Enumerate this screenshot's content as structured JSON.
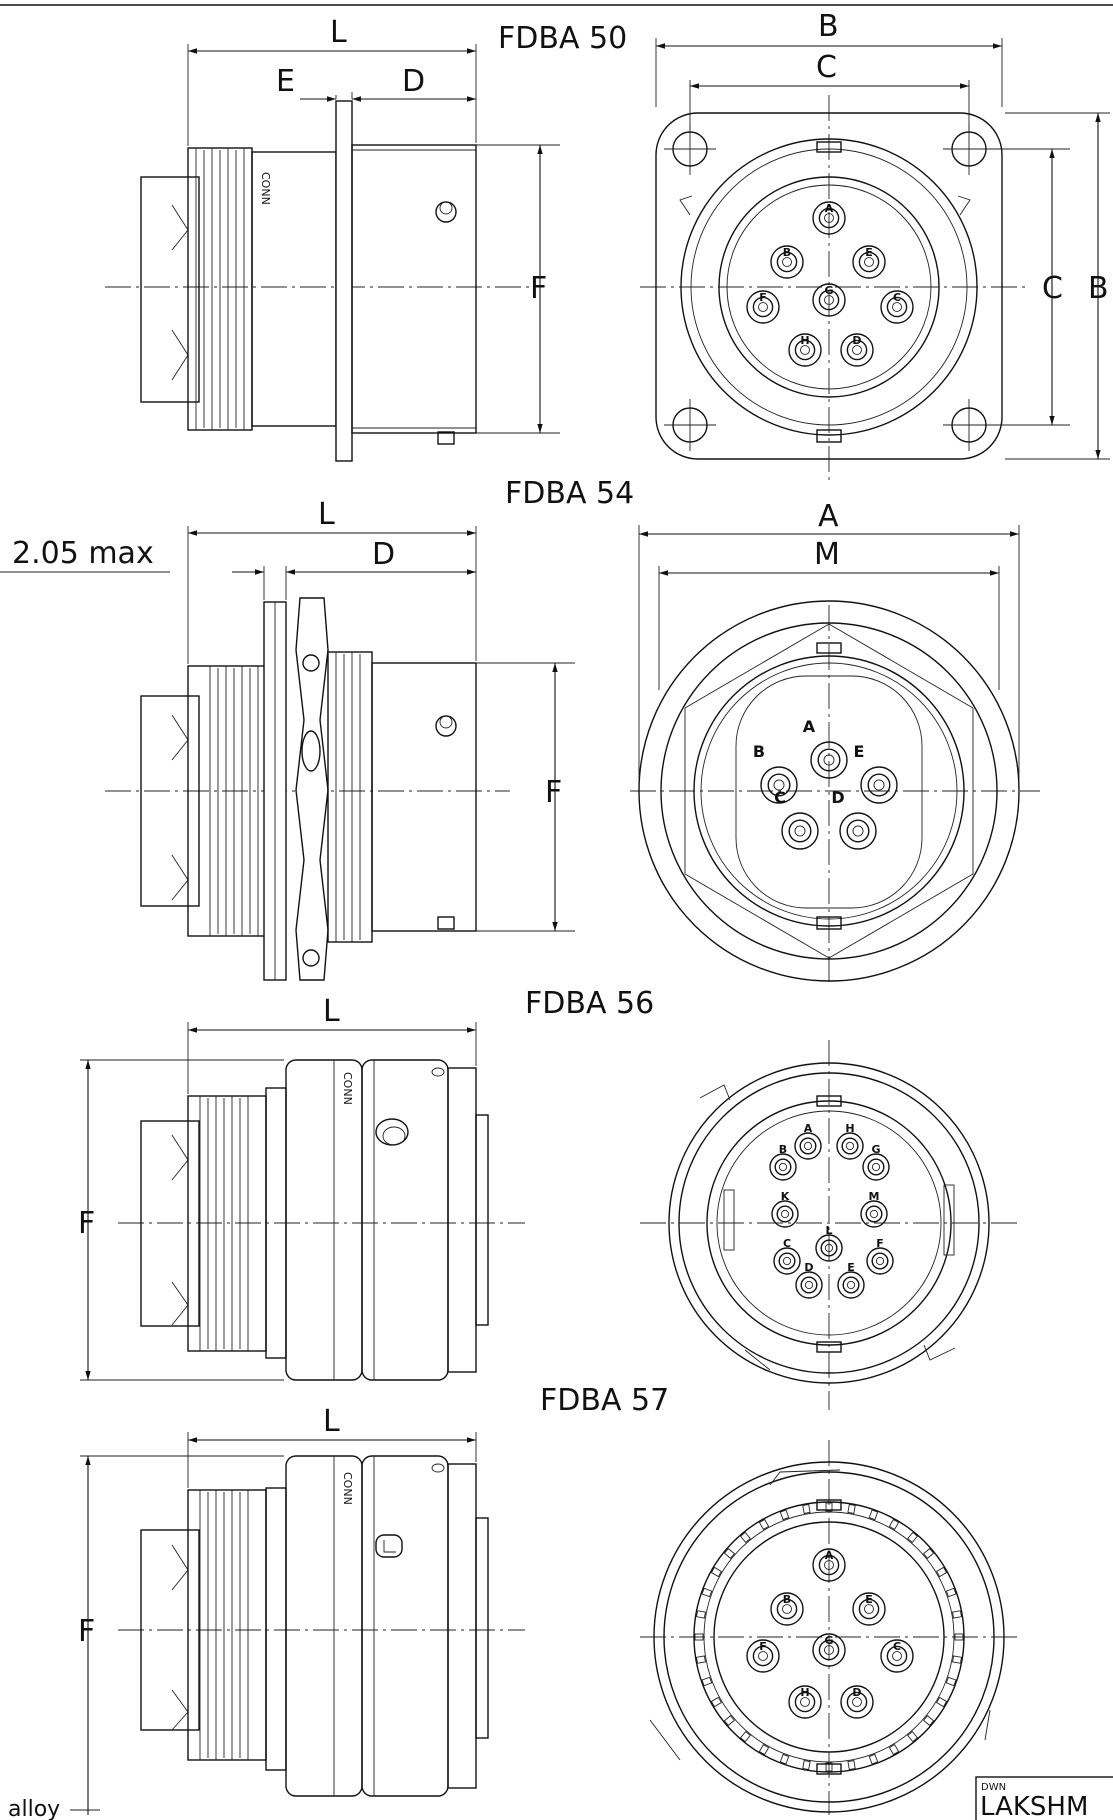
{
  "views": [
    {
      "title": "FDBA 50",
      "labels": {
        "L": "L",
        "E": "E",
        "D": "D",
        "F": "F",
        "B_top": "B",
        "C_top": "C",
        "C_side": "C",
        "B_side": "B"
      },
      "pins": [
        "A",
        "B",
        "C",
        "D",
        "E",
        "F",
        "G",
        "H"
      ]
    },
    {
      "title": "FDBA 54",
      "labels": {
        "L": "L",
        "max": "2.05 max",
        "D": "D",
        "F": "F",
        "A": "A",
        "M": "M"
      },
      "pins": [
        "A",
        "B",
        "C",
        "D",
        "E"
      ]
    },
    {
      "title": "FDBA 56",
      "labels": {
        "L": "L",
        "F": "F"
      },
      "pins": [
        "A",
        "B",
        "C",
        "D",
        "E",
        "F",
        "G",
        "H",
        "K",
        "L",
        "M"
      ]
    },
    {
      "title": "FDBA 57",
      "labels": {
        "L": "L",
        "F": "F"
      },
      "pins": [
        "A",
        "B",
        "C",
        "D",
        "E",
        "F",
        "G",
        "H"
      ]
    }
  ],
  "body_marking": "CONN",
  "title_block": {
    "field_label": "DWN",
    "field_value": "LAKSHM"
  },
  "footnote": "alloy"
}
